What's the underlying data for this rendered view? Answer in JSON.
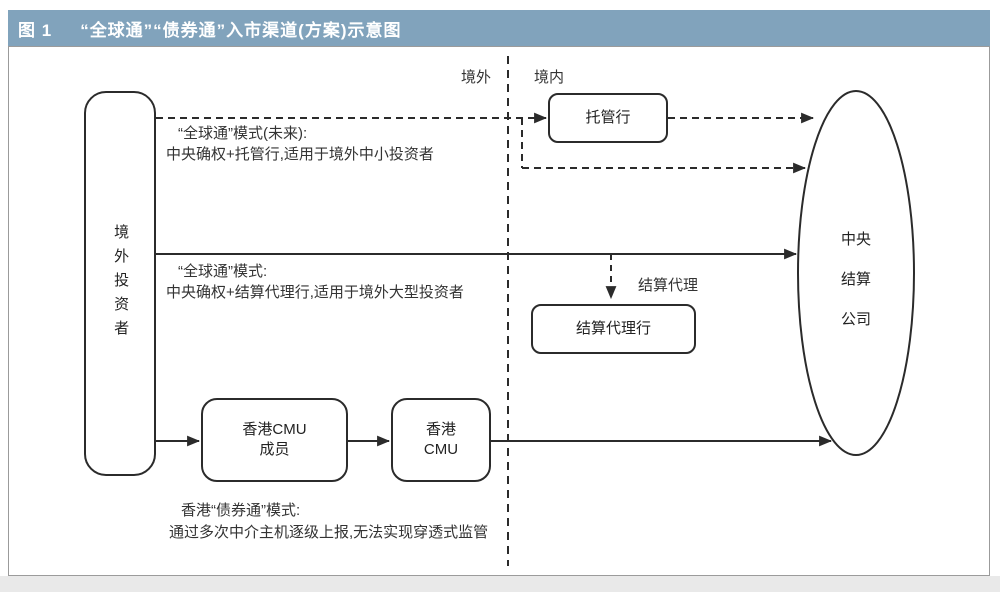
{
  "header": {
    "figure_label": "图 1",
    "title": "“全球通”“债券通”入市渠道(方案)示意图"
  },
  "regions": {
    "offshore": "境外",
    "onshore": "境内"
  },
  "nodes": {
    "overseas_investor": "境外投资者",
    "custodian_bank": "托管行",
    "settlement_agent_bank": "结算代理行",
    "hk_cmu_member": [
      "香港CMU",
      "成员"
    ],
    "hk_cmu": [
      "香港",
      "CMU"
    ],
    "ccdc": [
      "中央",
      "结算",
      "公司"
    ]
  },
  "edge_labels": {
    "settlement_agency": "结算代理"
  },
  "annotations": {
    "global_future": {
      "line1": "“全球通”模式(未来):",
      "line2": "中央确权+托管行,适用于境外中小投资者"
    },
    "global_current": {
      "line1": "“全球通”模式:",
      "line2": "中央确权+结算代理行,适用于境外大型投资者"
    },
    "hk_bond_connect": {
      "line1": "香港“债券通”模式:",
      "line2": "通过多次中介主机逐级上报,无法实现穿透式监管"
    }
  },
  "colors": {
    "header_bg": "#81a3bc",
    "stroke": "#2b2b2b",
    "frame_border": "#9b9b9b",
    "page_strip": "#e9e9e9"
  }
}
